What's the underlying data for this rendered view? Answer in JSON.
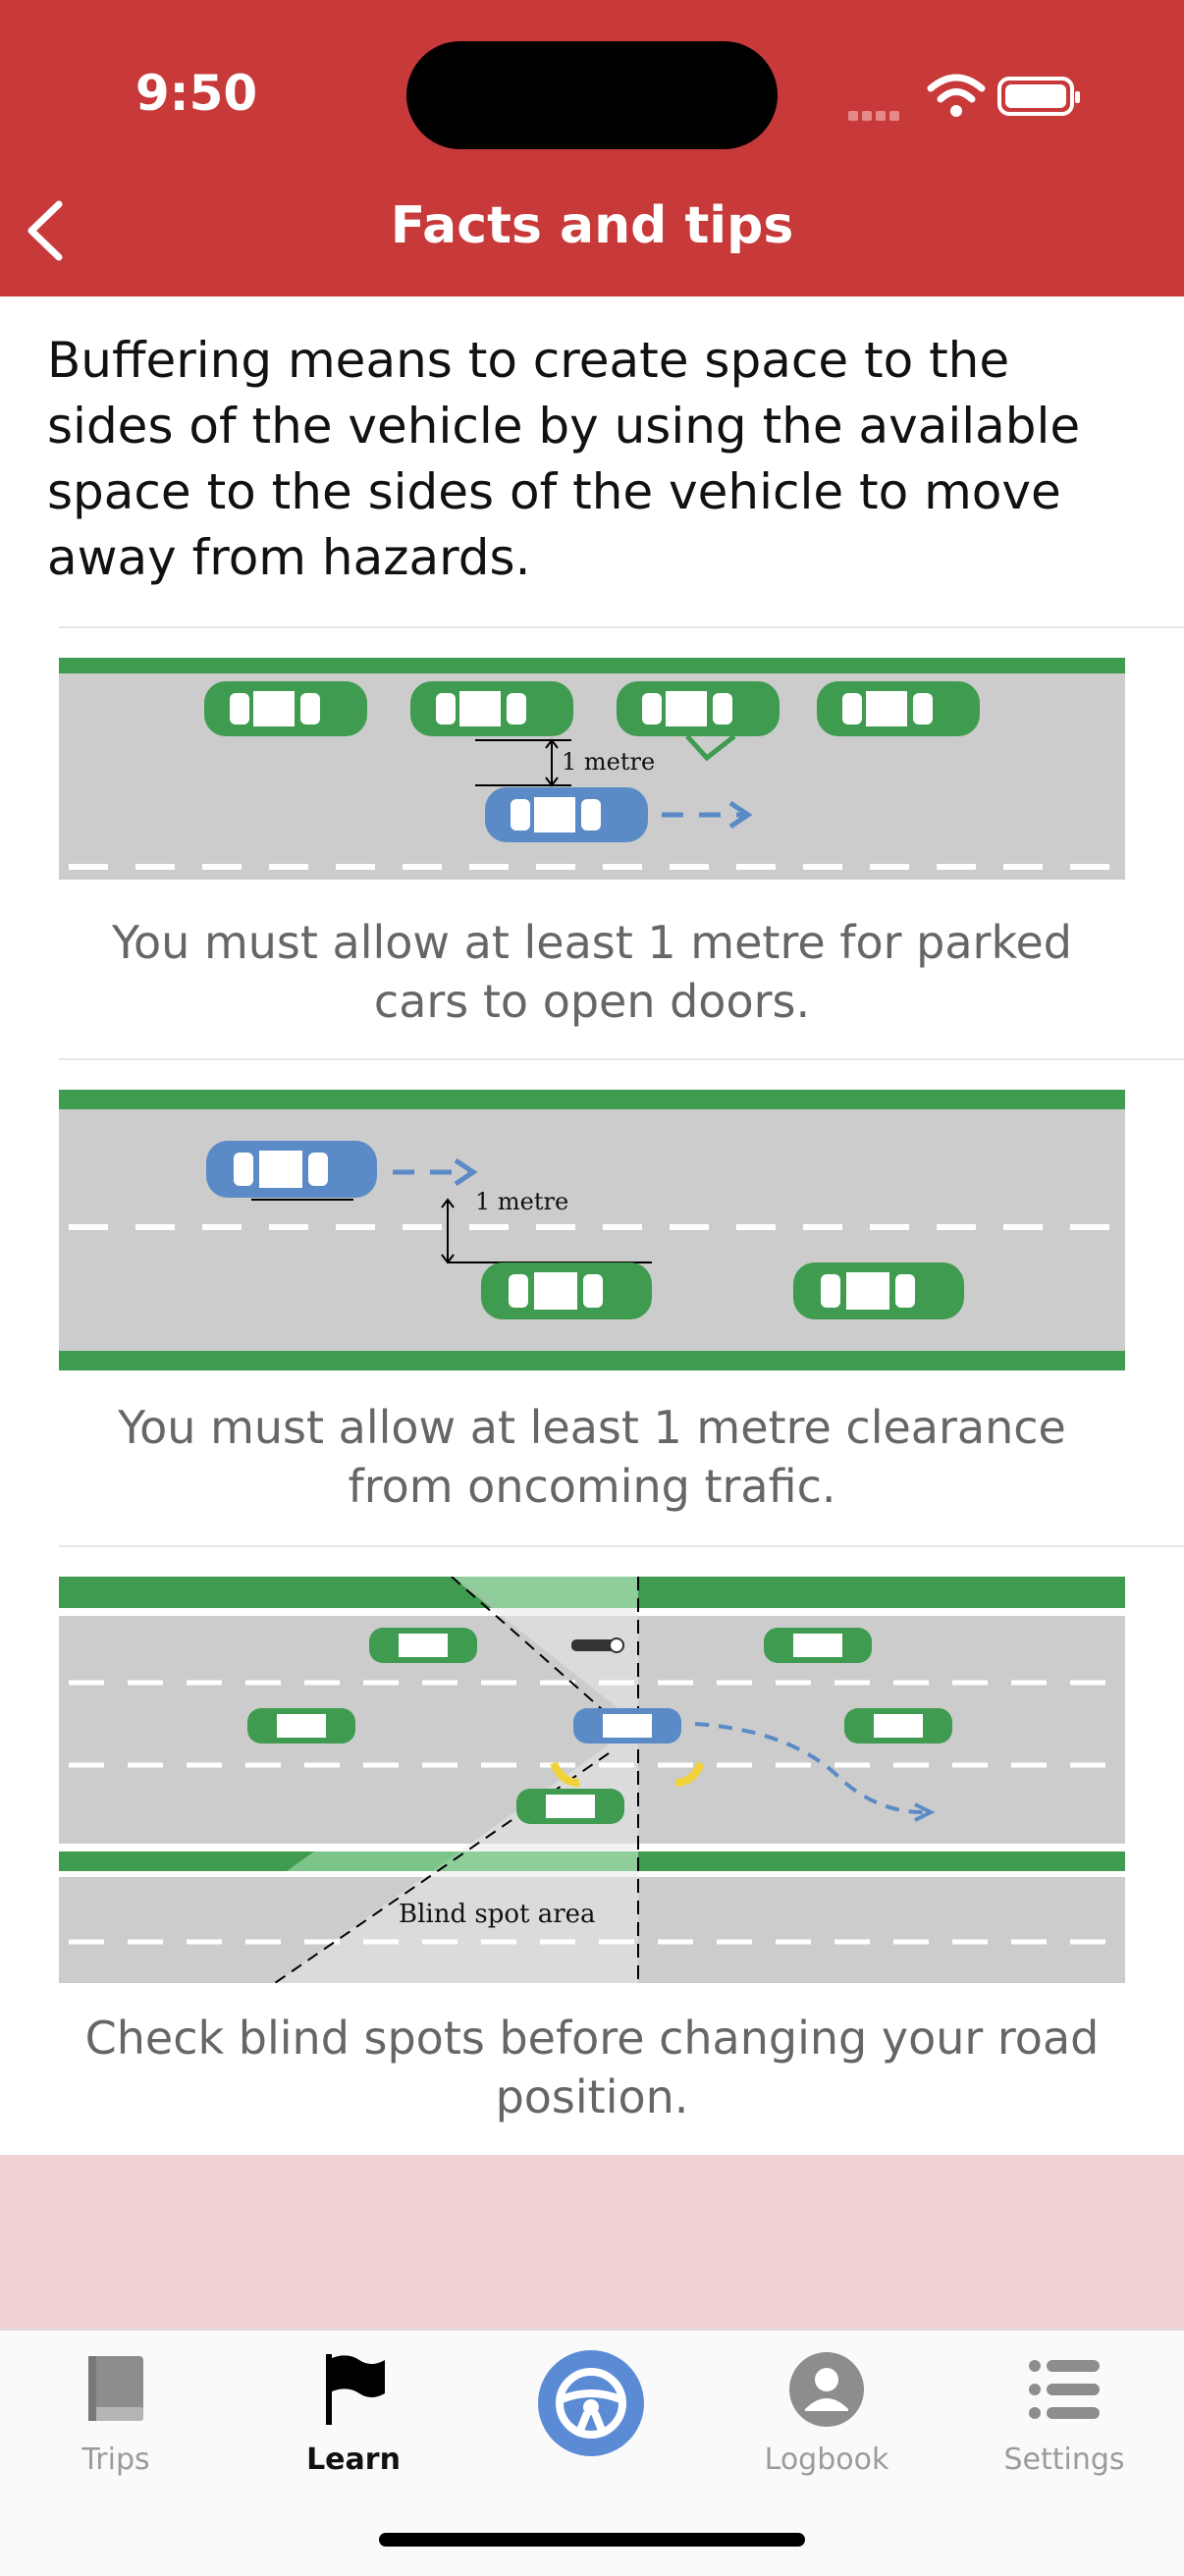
{
  "status": {
    "time": "9:50"
  },
  "header": {
    "title": "Facts and tips"
  },
  "intro": "Buffering means to create space to the sides of the vehicle by using the available space to the sides of the vehicle to move away from hazards.",
  "tips": [
    {
      "caption": "You must allow at least 1 metre for parked cars to open doors.",
      "label": "1 metre"
    },
    {
      "caption": "You must allow at least 1 metre clearance from oncoming trafic.",
      "label": "1 metre"
    },
    {
      "caption": "Check blind spots before changing your road position.",
      "label": "Blind spot area"
    }
  ],
  "tabs": [
    {
      "label": "Trips",
      "icon": "book-icon"
    },
    {
      "label": "Learn",
      "icon": "flag-icon",
      "active": true
    },
    {
      "label": "",
      "icon": "steering-wheel-icon"
    },
    {
      "label": "Logbook",
      "icon": "person-icon"
    },
    {
      "label": "Settings",
      "icon": "list-icon"
    }
  ],
  "colors": {
    "header": "#c8393a",
    "green": "#3f9b4f",
    "blue": "#5b8bc7",
    "road": "#cccccc",
    "accent": "#5b8bd4"
  }
}
